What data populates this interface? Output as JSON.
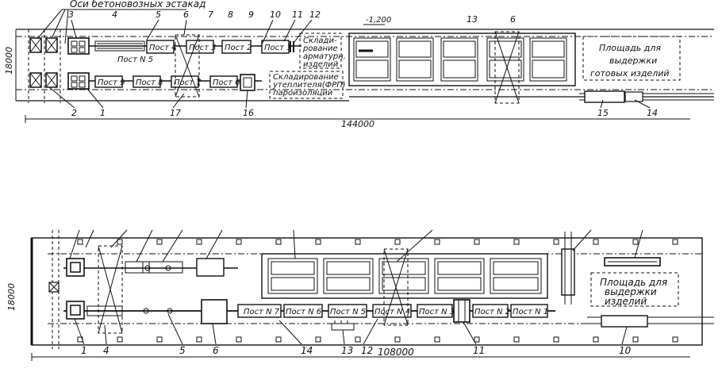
{
  "top": {
    "header_label": "Оси бетоновозных эстакад",
    "leader_numbers": [
      "3",
      "4",
      "5",
      "6",
      "7",
      "8",
      "9",
      "10",
      "11",
      "12",
      "13",
      "6"
    ],
    "bottom_numbers": [
      "2",
      "1",
      "17",
      "16",
      "15",
      "14"
    ],
    "posts_row1": [
      "Пост 4",
      "Пост 3",
      "Пост 2",
      "Пост 1"
    ],
    "post5_label": "Пост N 5",
    "posts_row2": [
      "Пост 9",
      "Пост 8",
      "Пост 7",
      "Пост 6"
    ],
    "dim_height": "18000",
    "dim_length": "144000",
    "mark_level": "-1,200",
    "storage_rebar": [
      "Склади-",
      "рование",
      "арматурн.",
      "изделий"
    ],
    "storage_insul": [
      "Складирование",
      "утеплителя(ФРП)",
      "пароизоляции"
    ],
    "aging_area": [
      "Площадь для",
      "выдержки",
      "готовых изделий"
    ]
  },
  "bottom": {
    "posts_row": [
      "Пост N 7",
      "Пост N 6",
      "Пост N 5",
      "Пост N 4",
      "Пост N 3",
      "Пост N 2",
      "Пост N 1"
    ],
    "bottom_numbers": [
      "1",
      "4",
      "5",
      "6",
      "14",
      "13",
      "12",
      "11",
      "10"
    ],
    "dim_height": "18000",
    "dim_length": "108000",
    "aging_area": [
      "Площадь для",
      "выдержки",
      "изделий"
    ]
  }
}
